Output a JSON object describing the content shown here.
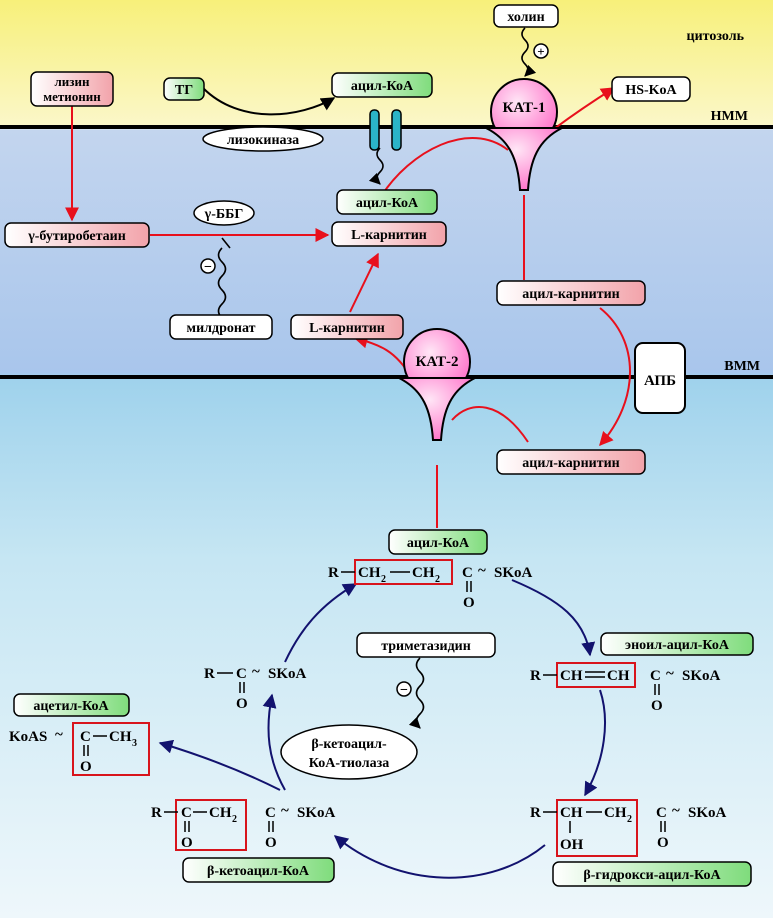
{
  "regions": {
    "cytosol": "цитозоль",
    "outer_membrane": "НММ",
    "inner_membrane": "ВММ"
  },
  "labels": {
    "lysine": "лизин",
    "methionine": "метионин",
    "tg": "ТГ",
    "acyl_coa_top": "ацил-КоА",
    "lysokinase": "лизокиназа",
    "choline": "холин",
    "choline_sign": "+",
    "hs_coa": "HS-KoA",
    "kat1": "КАТ-1",
    "kat2": "КАТ-2",
    "gamma_bbg": "γ-ББГ",
    "gamma_butyrobetaine": "γ-бутиробетаин",
    "acyl_coa_mid": "ацил-КоА",
    "l_carnitine_1": "L-карнитин",
    "mildronate": "милдронат",
    "mildronate_sign": "−",
    "l_carnitine_2": "L-карнитин",
    "acyl_carnitine_1": "ацил-карнитин",
    "apb": "АПБ",
    "acyl_carnitine_2": "ацил-карнитин",
    "acyl_coa_matrix": "ацил-КоА",
    "enoyl_coa": "эноил-ацил-КоА",
    "hydroxy_coa": "β-гидрокси-ацил-КоА",
    "ketoacyl_coa": "β-кетоацил-КоА",
    "acetyl_coa": "ацетил-КоА",
    "trimetazidine": "триметазидин",
    "trimetazidine_sign": "−",
    "thiolase_line1": "β-кетоацил-",
    "thiolase_line2": "КоА-тиолаза"
  },
  "formulas": {
    "acyl_R": "R",
    "acyl_CH2a": "CH",
    "acyl_CH2b": "CH",
    "acyl_C": "C",
    "acyl_SKoA": "SKoA",
    "acyl_O": "O",
    "enoyl_R": "R",
    "enoyl_CH1": "CH",
    "enoyl_CH2": "CH",
    "enoyl_C": "C",
    "enoyl_SKoA": "SKoA",
    "enoyl_O": "O",
    "hydroxy_R": "R",
    "hydroxy_CH": "CH",
    "hydroxy_CH2": "CH",
    "hydroxy_C": "C",
    "hydroxy_SKoA": "SKoA",
    "hydroxy_OH": "OH",
    "hydroxy_O": "O",
    "keto_R": "R",
    "keto_C1": "C",
    "keto_CH2": "CH",
    "keto_C2": "C",
    "keto_SKoA": "SKoA",
    "keto_O1": "O",
    "keto_O2": "O",
    "short_R": "R",
    "short_C": "C",
    "short_SKoA": "SKoA",
    "short_O": "O",
    "acetyl_KoAS": "KoAS",
    "acetyl_C": "C",
    "acetyl_CH3": "CH",
    "acetyl_O": "O",
    "sub_2": "2",
    "sub_3": "3"
  },
  "colors": {
    "red_arrow": "#e8101c",
    "blue_arrow": "#12126e",
    "green_box": "#8ee08a",
    "pink_box": "#f6b7bb",
    "enzyme": "#ff8ad2",
    "channel": "#2bb4c8"
  }
}
